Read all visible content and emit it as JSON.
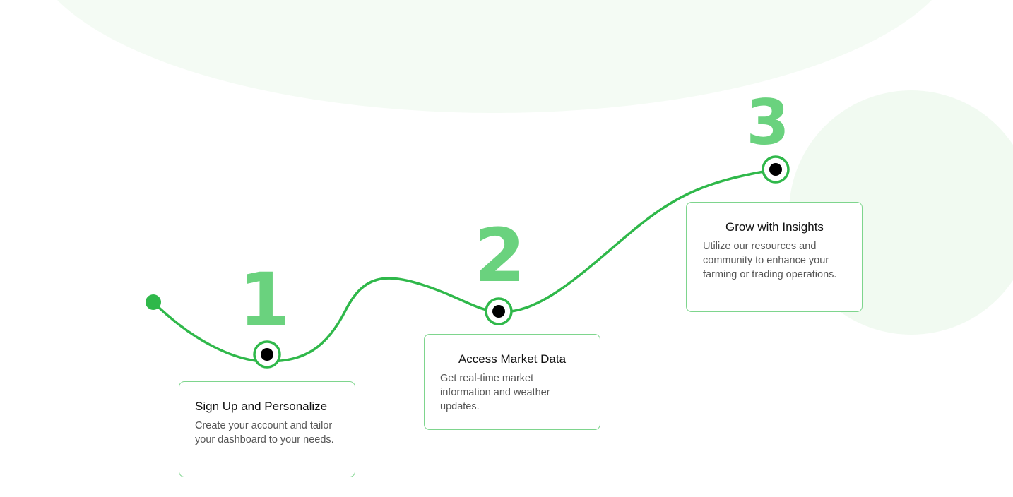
{
  "colors": {
    "accent_green": "#2fb84a",
    "number_green": "#6ad27e",
    "card_border": "#7ed58d",
    "background_tint": "#f4fbf4",
    "marker_dot": "#000000"
  },
  "path": {
    "start_icon": "dot-icon",
    "marker_icon": "ring-dot-icon"
  },
  "steps": [
    {
      "number": "1",
      "title": "Sign Up and Personalize",
      "description": "Create your account and tailor your dashboard to your needs."
    },
    {
      "number": "2",
      "title": "Access Market Data",
      "description": "Get real-time market information and weather updates."
    },
    {
      "number": "3",
      "title": "Grow with Insights",
      "description": "Utilize our resources and community to enhance your farming or trading operations."
    }
  ]
}
